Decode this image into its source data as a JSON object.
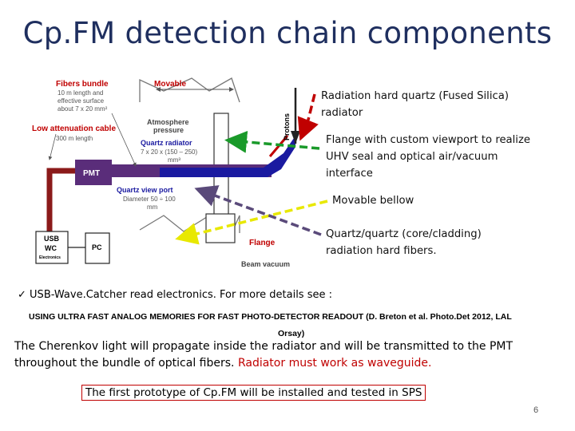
{
  "title": "Cp.FM detection chain components",
  "diagram": {
    "fibers_bundle": "Fibers bundle",
    "fibers_desc_1": "10 m length and",
    "fibers_desc_2": "effective surface",
    "fibers_desc_3": "about 7 x 20 mm²",
    "low_att_cable": "Low attenuation cable",
    "cable_len": "300 m length",
    "movable": "Movable",
    "atmosphere_1": "Atmosphere",
    "atmosphere_2": "pressure",
    "quartz_radiator": "Quartz radiator",
    "quartz_dim_1": "7 x 20 x (150 – 250)",
    "quartz_dim_2": "mm³",
    "protons": "Protons",
    "pmt": "PMT",
    "viewport_1": "Quartz view port",
    "viewport_2": "Diameter 50 ÷ 100",
    "viewport_3": "mm",
    "flange": "Flange",
    "beam_vacuum": "Beam vacuum",
    "usb": "USB",
    "wc": "WC",
    "electronics": "Electronics",
    "pc": "PC"
  },
  "notes": {
    "radiator_1": "Radiation hard quartz (Fused Silica)",
    "radiator_2": "radiator",
    "flange_1": "Flange with custom viewport to realize",
    "flange_2": "UHV seal and optical air/vacuum",
    "flange_3": "interface",
    "bellow": "Movable bellow",
    "fibers_1": "Quartz/quartz (core/cladding)",
    "fibers_2": "radiation hard fibers."
  },
  "bullet": "USB-Wave.Catcher read electronics. For more details see :",
  "reference": "USING ULTRA FAST ANALOG MEMORIES FOR FAST PHOTO-DETECTOR READOUT (D. Breton et al. Photo.Det 2012, LAL",
  "reference_tail": "Orsay)",
  "paragraph": "The Cherenkov light will propagate inside the radiator and will be transmitted to the PMT throughout the bundle of optical fibers.",
  "paragraph_red": "Radiator must work as waveguide.",
  "boxed_note": "The first prototype of Cp.FM will be installed and tested in SPS",
  "page_number": "6",
  "colors": {
    "title": "#1f2f5f",
    "accent_red": "#c00000",
    "fiber_purple": "#5a2d7a",
    "pipe_blue": "#1a1aa0",
    "cable_red": "#8b1a1a"
  }
}
